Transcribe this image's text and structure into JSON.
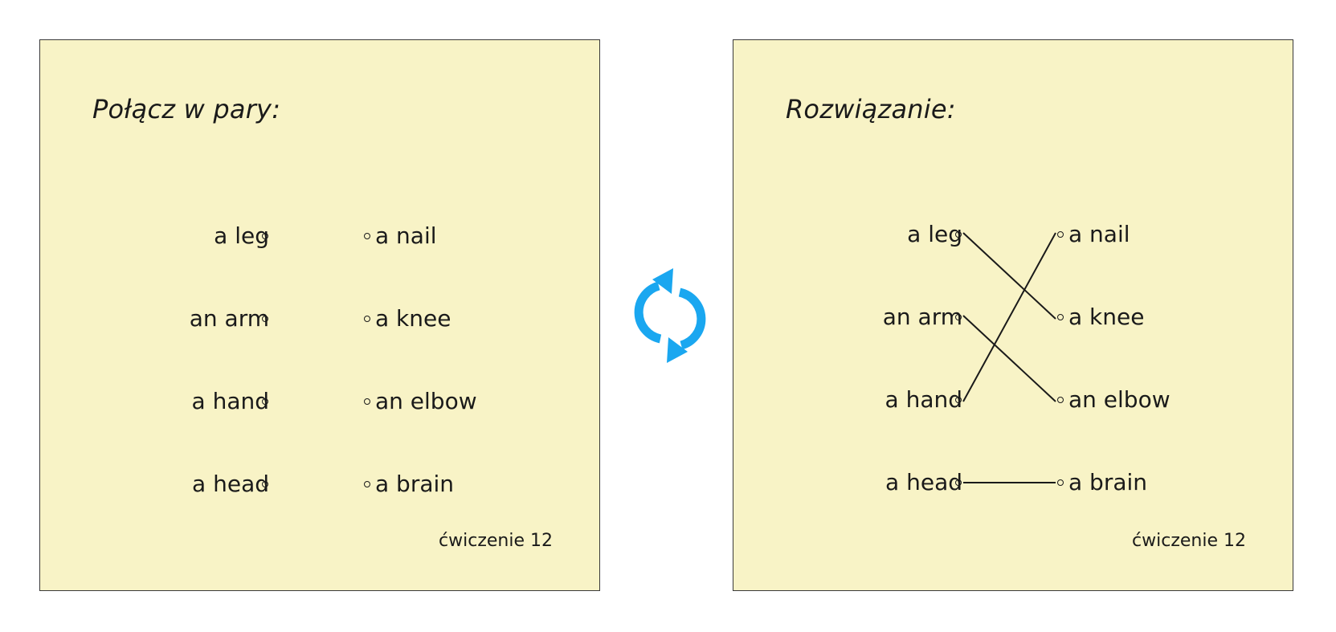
{
  "exercise": {
    "title": "Połącz w pary:",
    "left_words": [
      "a leg",
      "an arm",
      "a hand",
      "a head"
    ],
    "right_words": [
      "a nail",
      "a knee",
      "an elbow",
      "a brain"
    ],
    "footer": "ćwiczenie 12"
  },
  "solution": {
    "title": "Rozwiązanie:",
    "left_words": [
      "a leg",
      "an arm",
      "a hand",
      "a head"
    ],
    "right_words": [
      "a nail",
      "a knee",
      "an elbow",
      "a brain"
    ],
    "footer": "ćwiczenie 12",
    "pairs": [
      [
        0,
        1
      ],
      [
        1,
        2
      ],
      [
        2,
        0
      ],
      [
        3,
        3
      ]
    ]
  },
  "icons": {
    "center": "refresh-icon"
  },
  "colors": {
    "card_background": "#f8f3c6",
    "card_border": "#3a3a3a",
    "icon": "#1aa7f0"
  }
}
